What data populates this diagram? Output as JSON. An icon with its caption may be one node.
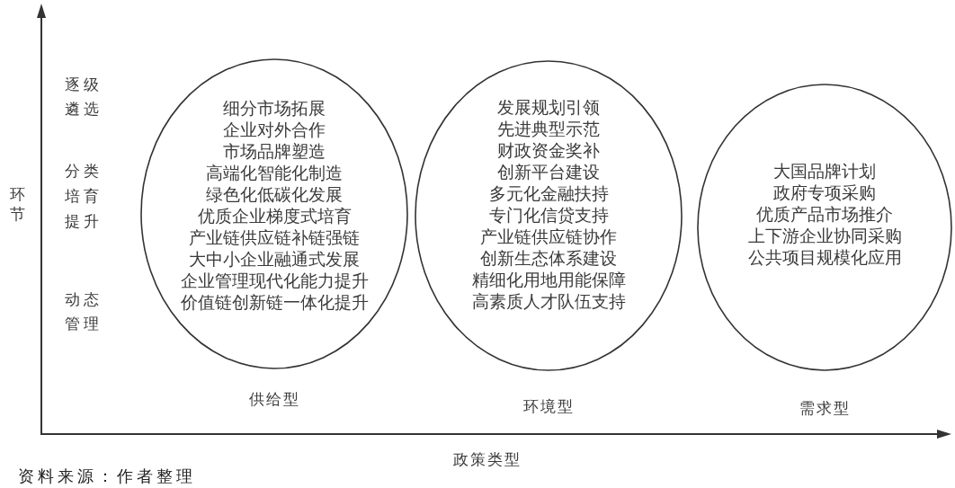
{
  "diagram": {
    "caption": "资料来源：作者整理",
    "nodes": [
      {
        "text": [
          "细分市场拓展",
          "企业对外合作",
          "市场品牌塑造",
          "高端化智能化制造",
          "绿色化低碳化发展",
          "优质企业梯度式培育",
          "产业链供应链补链强链",
          "大中小企业融通式发展",
          "企业管理现代化能力提升",
          "价值链创新链一体化提升"
        ],
        "beside": [
          "供给型"
        ]
      },
      {
        "text": [
          "发展规划引领",
          "先进典型示范",
          "财政资金奖补",
          "创新平台建设",
          "多元化金融扶持",
          "专门化信贷支持",
          "产业链供应链协作",
          "创新生态体系建设",
          "精细化用地用能保障",
          "高素质人才队伍支持"
        ],
        "beside": [
          "环境型"
        ]
      },
      {
        "text": [
          "大国品牌计划",
          "政府专项采购",
          "优质产品市场推介",
          "上下游企业协同采购",
          "公共项目规模化应用"
        ],
        "beside": [
          "需求型"
        ]
      }
    ],
    "labels": [
      "环节",
      "逐级遴选",
      "分类培育提升",
      "动态管理",
      "政策类型"
    ]
  }
}
